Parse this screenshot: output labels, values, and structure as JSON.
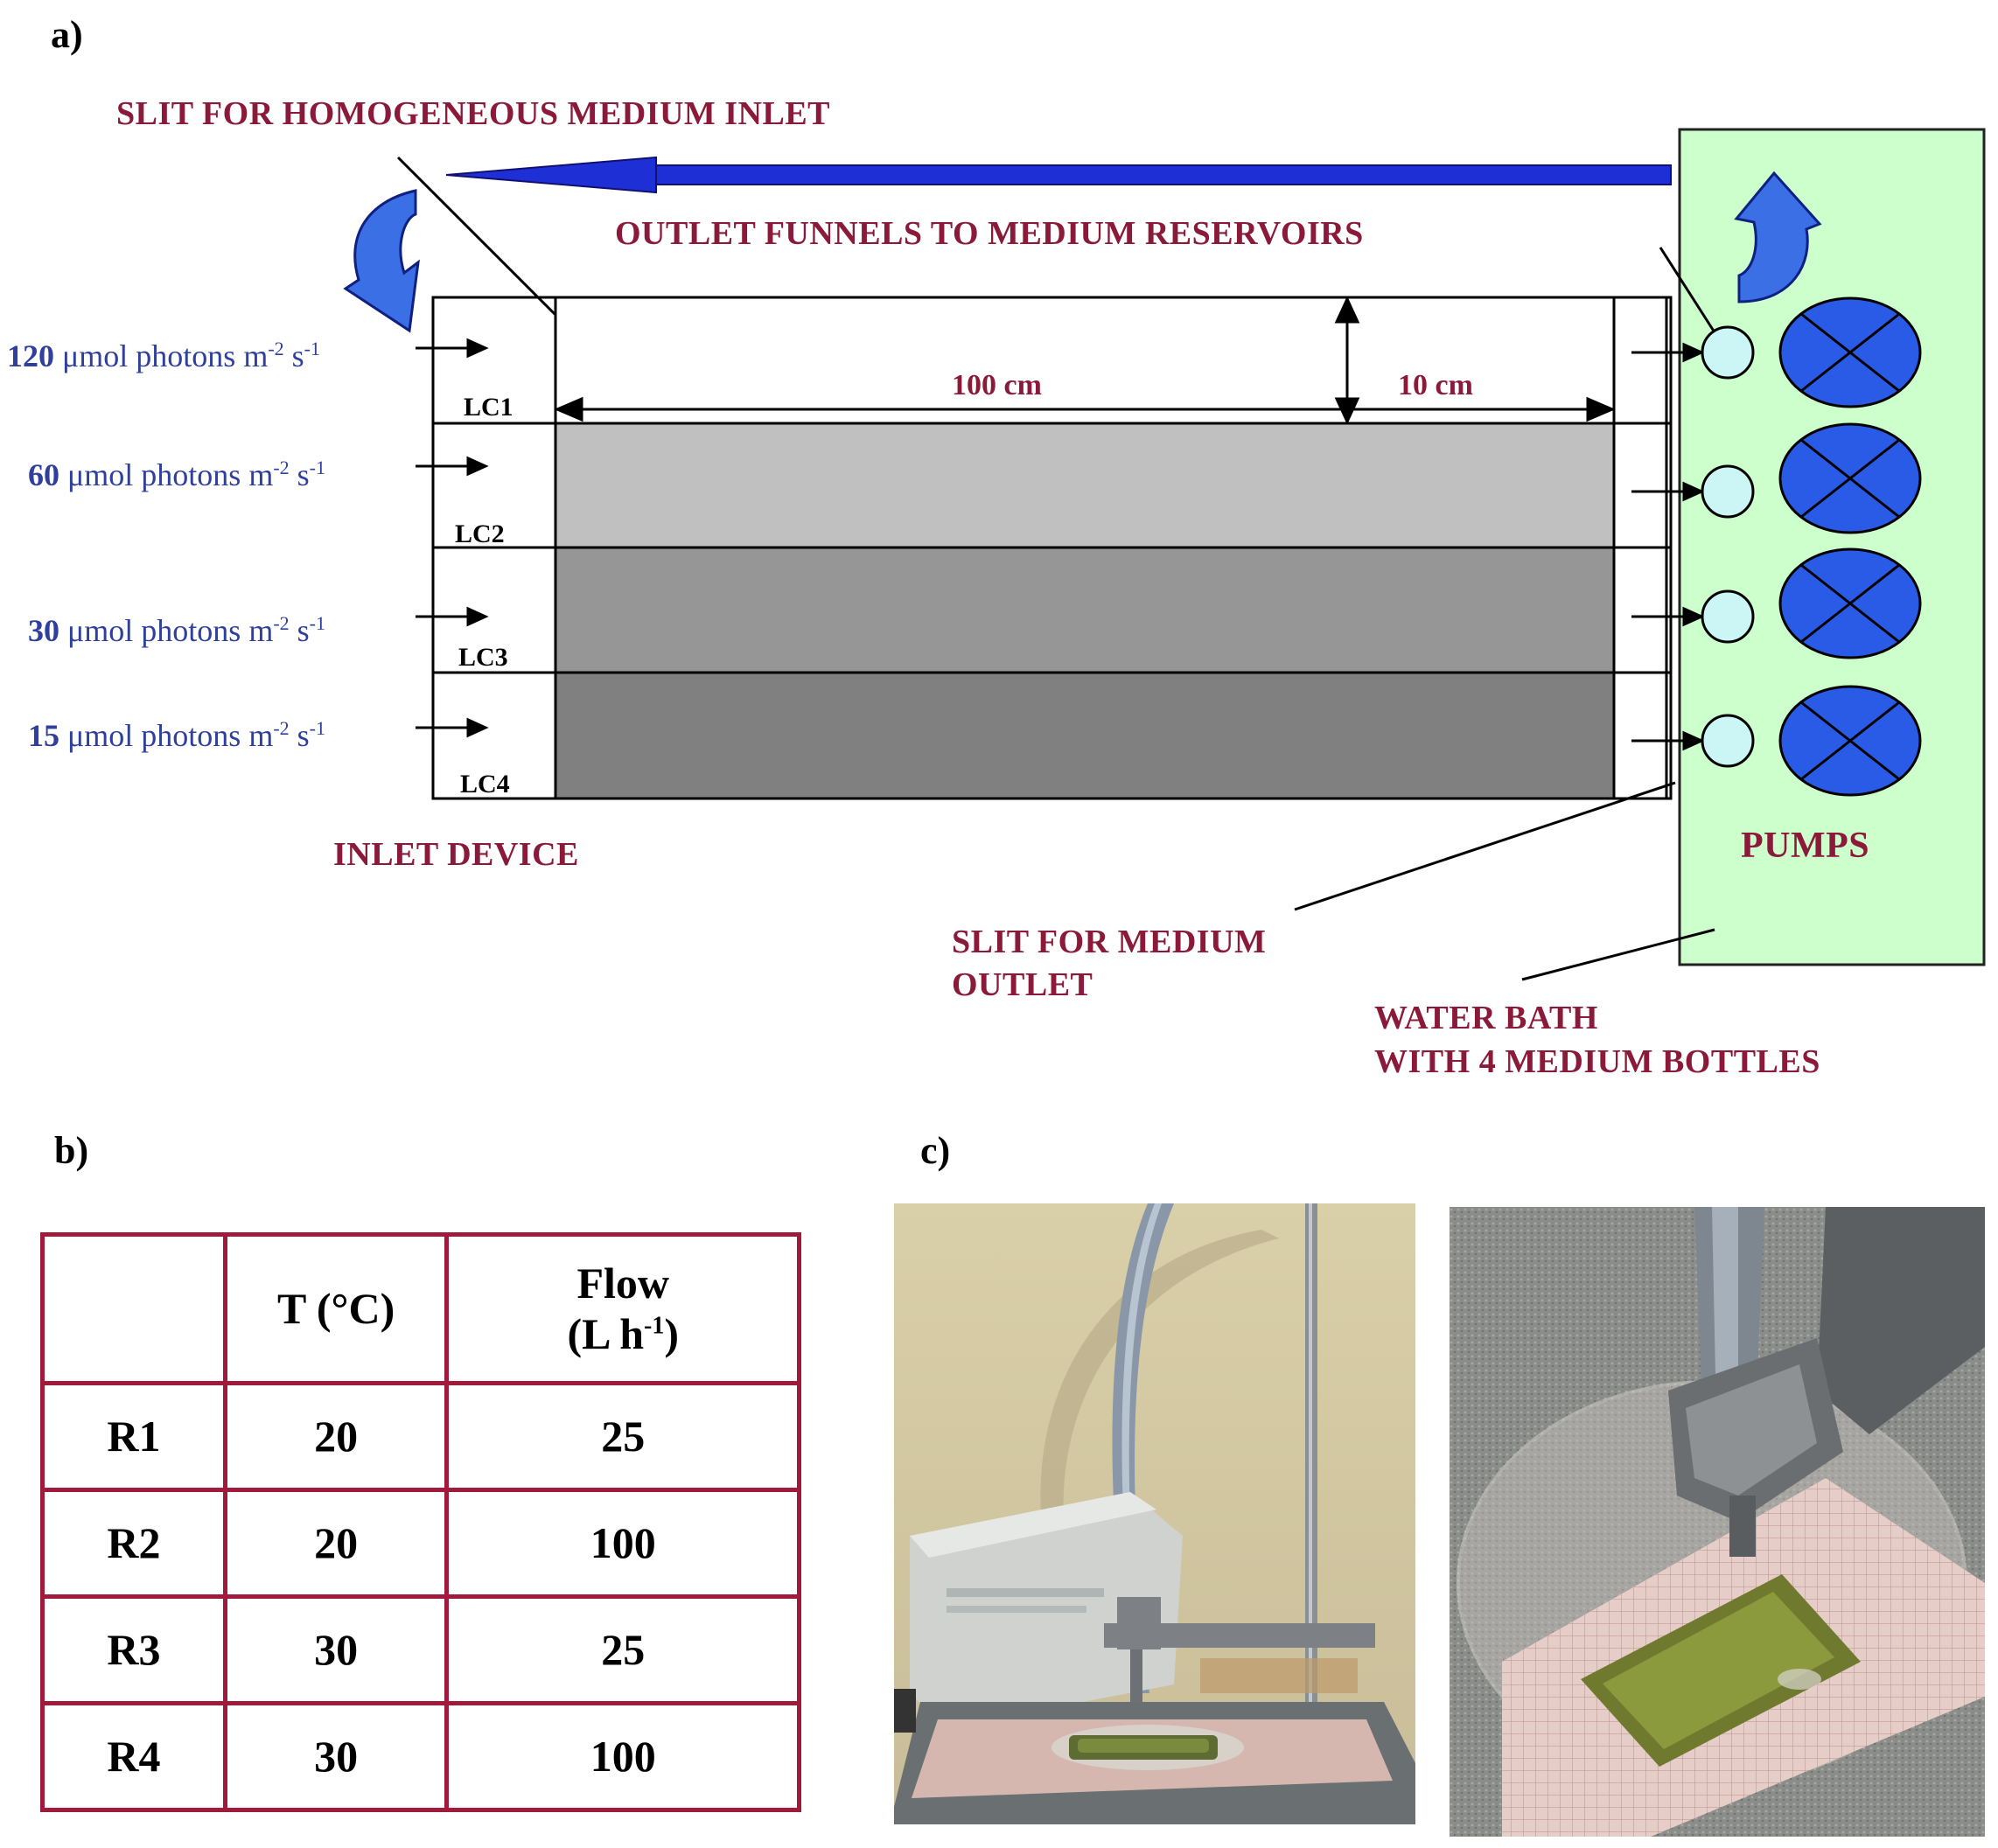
{
  "panels": {
    "a": "a)",
    "b": "b)",
    "c": "c)"
  },
  "diagram": {
    "slit_inlet": "SLIT FOR HOMOGENEOUS MEDIUM INLET",
    "outlet_funnels": "OUTLET FUNNELS TO MEDIUM RESERVOIRS",
    "inlet_device": "INLET DEVICE",
    "slit_outlet_line1": "SLIT FOR MEDIUM",
    "slit_outlet_line2": "OUTLET",
    "water_bath_line1": "WATER BATH",
    "water_bath_line2": "WITH 4 MEDIUM BOTTLES",
    "pumps": "PUMPS",
    "length": "100 cm",
    "width": "10 cm",
    "light_unit": "μmol photons m",
    "light_exp1": "-2",
    "light_s": " s",
    "light_exp2": "-1",
    "channels": [
      {
        "id": "LC1",
        "intensity": "120"
      },
      {
        "id": "LC2",
        "intensity": "60"
      },
      {
        "id": "LC3",
        "intensity": "30"
      },
      {
        "id": "LC4",
        "intensity": "15"
      }
    ],
    "colors": {
      "label_red": "#8b1a3a",
      "light_blue_text": "#2f3f9e",
      "arrow_blue": "#1f2fd6",
      "pump_blue": "#2a5be6",
      "bath_green": "#ccffcc",
      "funnel_cyan": "#ccf6f6",
      "lc2_fill": "#c0c0c0",
      "lc3_fill": "#969696",
      "lc4_fill": "#808080"
    }
  },
  "table": {
    "headers": {
      "col1": "",
      "col2": "T (°C)",
      "col3_line1": "Flow",
      "col3_line2": "(L h",
      "col3_exp": "-1",
      "col3_close": ")"
    },
    "rows": [
      {
        "name": "R1",
        "temp": "20",
        "flow": "25"
      },
      {
        "name": "R2",
        "temp": "20",
        "flow": "100"
      },
      {
        "name": "R3",
        "temp": "30",
        "flow": "25"
      },
      {
        "name": "R4",
        "temp": "30",
        "flow": "100"
      }
    ]
  }
}
